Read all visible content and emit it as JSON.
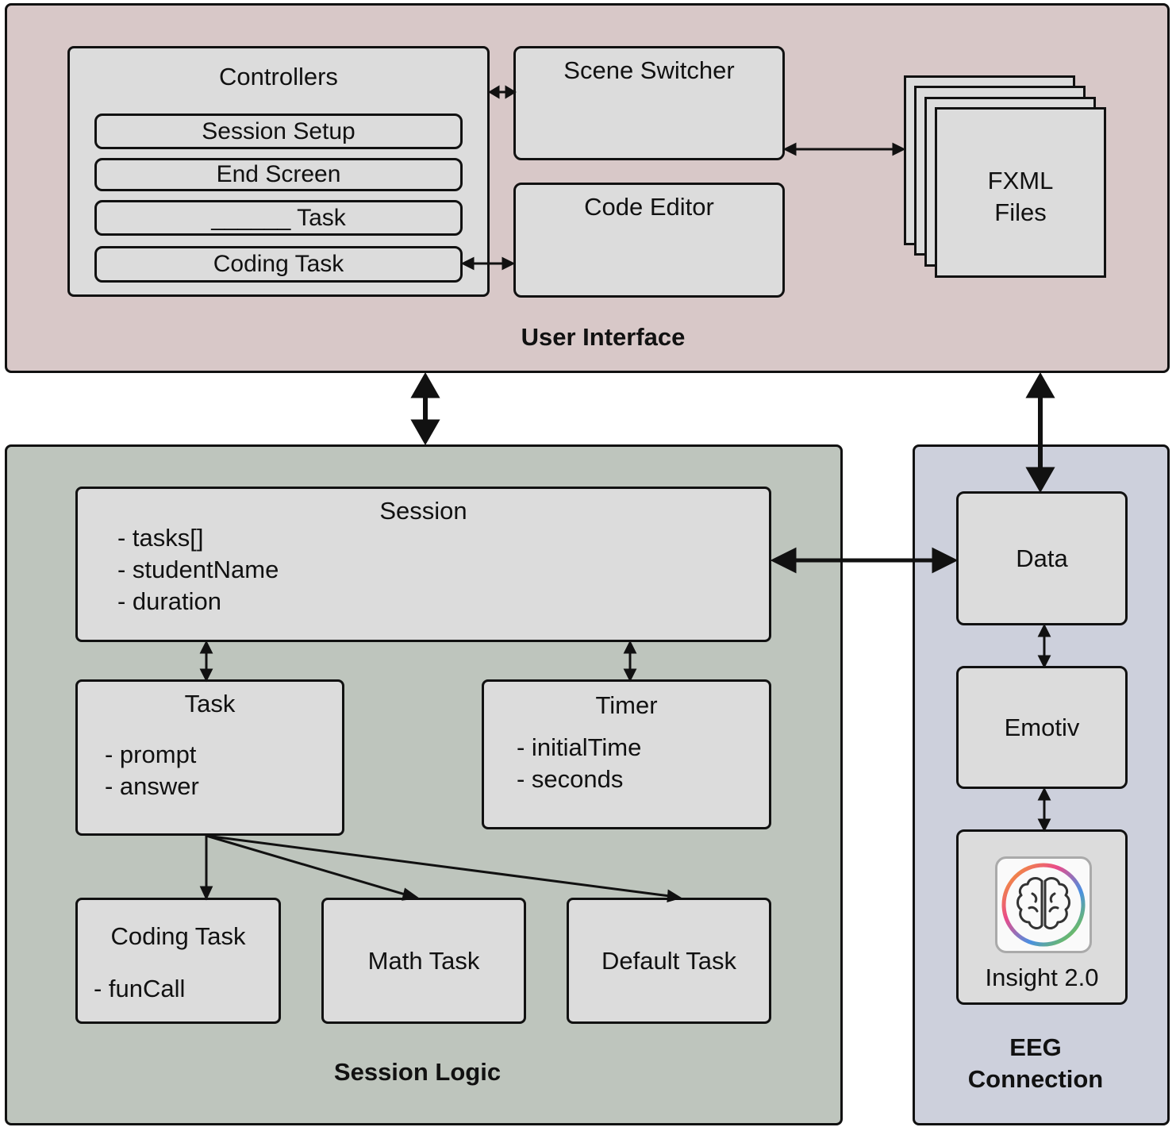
{
  "user_interface": {
    "label": "User Interface",
    "controllers": {
      "title": "Controllers",
      "items": [
        "Session Setup",
        "End Screen",
        "______ Task",
        "Coding Task"
      ]
    },
    "scene_switcher": "Scene Switcher",
    "code_editor": "Code Editor",
    "fxml_files": [
      "FXML",
      "Files"
    ]
  },
  "session_logic": {
    "label": "Session Logic",
    "session": {
      "title": "Session",
      "attributes": [
        "- tasks[]",
        "- studentName",
        "- duration"
      ]
    },
    "task": {
      "title": "Task",
      "attributes": [
        "- prompt",
        "- answer"
      ]
    },
    "timer": {
      "title": "Timer",
      "attributes": [
        "- initialTime",
        "- seconds"
      ]
    },
    "coding_task": {
      "title": "Coding Task",
      "attributes": [
        "- funCall"
      ]
    },
    "math_task": {
      "title": "Math Task"
    },
    "default_task": {
      "title": "Default Task"
    }
  },
  "eeg_connection": {
    "label_lines": [
      "EEG",
      "Connection"
    ],
    "data": "Data",
    "emotiv": "Emotiv",
    "insight": {
      "label": "Insight 2.0",
      "icon": "brain-icon"
    }
  },
  "colors": {
    "user_interface_bg": "#d8c8c8",
    "session_logic_bg": "#bec5bd",
    "eeg_connection_bg": "#cdd0dc",
    "box_bg": "#dcdcdc"
  }
}
